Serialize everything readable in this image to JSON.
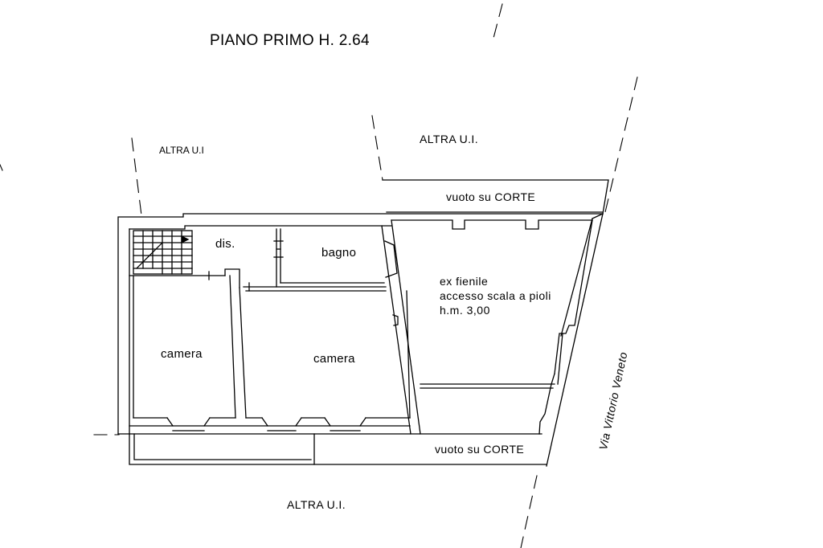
{
  "plan": {
    "title": "PIANO PRIMO H. 2.64",
    "neighbors": {
      "top_left": "ALTRA U.I",
      "top_right": "ALTRA U.I.",
      "bottom": "ALTRA U.I."
    },
    "void_courtyard": {
      "top": "vuoto su CORTE",
      "bottom": "vuoto su CORTE"
    },
    "rooms": {
      "dis": "dis.",
      "bagno": "bagno",
      "camera_left": "camera",
      "camera_center": "camera"
    },
    "fienile": {
      "line1": "ex fienile",
      "line2": "accesso scala a pioli",
      "line3": "h.m. 3,00"
    },
    "street": "Via Vittorio Veneto"
  },
  "colors": {
    "line": "#000000",
    "background": "#ffffff"
  }
}
